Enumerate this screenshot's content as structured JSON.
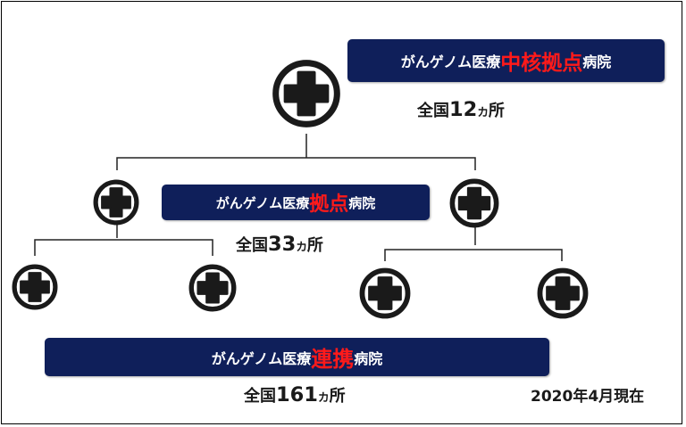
{
  "core": {
    "label_before": "がんゲノム医療",
    "label_highlight": "中核拠点",
    "label_after": "病院",
    "count_prefix": "全国",
    "count_number": "12",
    "count_unit_small": "カ",
    "count_unit": "所"
  },
  "base": {
    "label_before": "がんゲノム医療",
    "label_highlight": "拠点",
    "label_after": "病院",
    "count_prefix": "全国",
    "count_number": "33",
    "count_unit_small": "カ",
    "count_unit": "所"
  },
  "linked": {
    "label_before": "がんゲノム医療",
    "label_highlight": "連携",
    "label_after": "病院",
    "count_prefix": "全国",
    "count_number": "161",
    "count_unit_small": "カ",
    "count_unit": "所"
  },
  "as_of": "2020年4月現在",
  "colors": {
    "banner": "#0f1f5a",
    "highlight": "#ff1a1a",
    "icon": "#1a1a1a"
  },
  "icons": [
    "hospital-cross-icon"
  ]
}
